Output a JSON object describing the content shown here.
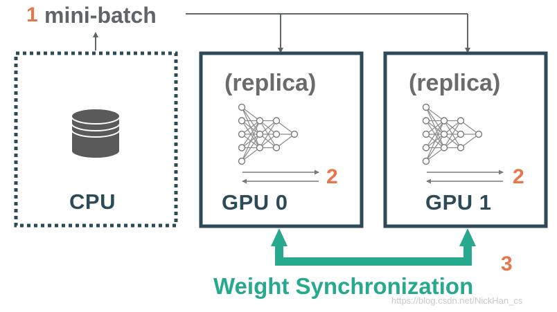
{
  "step1": {
    "number": "1",
    "label": "mini-batch"
  },
  "cpu": {
    "label": "CPU",
    "icon": "database-icon"
  },
  "gpus": [
    {
      "replica_label": "(replica)",
      "name": "GPU 0",
      "step_number": "2",
      "icon": "neural-network-icon"
    },
    {
      "replica_label": "(replica)",
      "name": "GPU 1",
      "step_number": "2",
      "icon": "neural-network-icon"
    }
  ],
  "sync": {
    "number": "3",
    "label": "Weight Synchronization"
  },
  "watermark": "https://blog.csdn.net/NickHan_cs",
  "colors": {
    "box_border": "#2d4a58",
    "connector": "#5e6468",
    "step_number": "#e8764b",
    "sync_arrow": "#27a98d",
    "network_stroke": "#8a8a8a"
  }
}
